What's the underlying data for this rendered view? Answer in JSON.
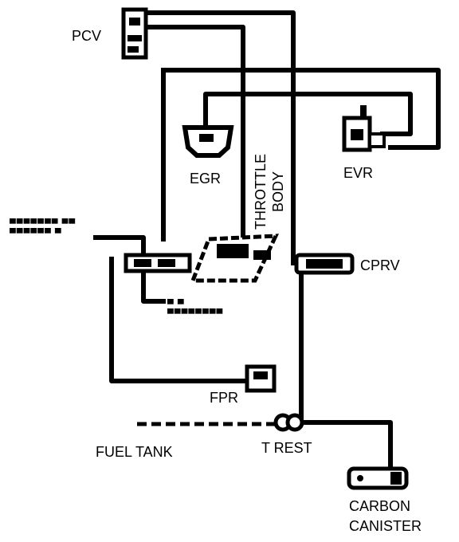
{
  "labels": {
    "pcv": "PCV",
    "egr": "EGR",
    "evr": "EVR",
    "throttle_body_line1": "THROTTLE",
    "throttle_body_line2": "BODY",
    "cprv": "CPRV",
    "fpr": "FPR",
    "fuel_tank": "FUEL TANK",
    "t_rest": "T REST",
    "carbon_canister_line1": "CARBON",
    "carbon_canister_line2": "CANISTER"
  },
  "colors": {
    "line": "#000000",
    "background": "#ffffff"
  }
}
